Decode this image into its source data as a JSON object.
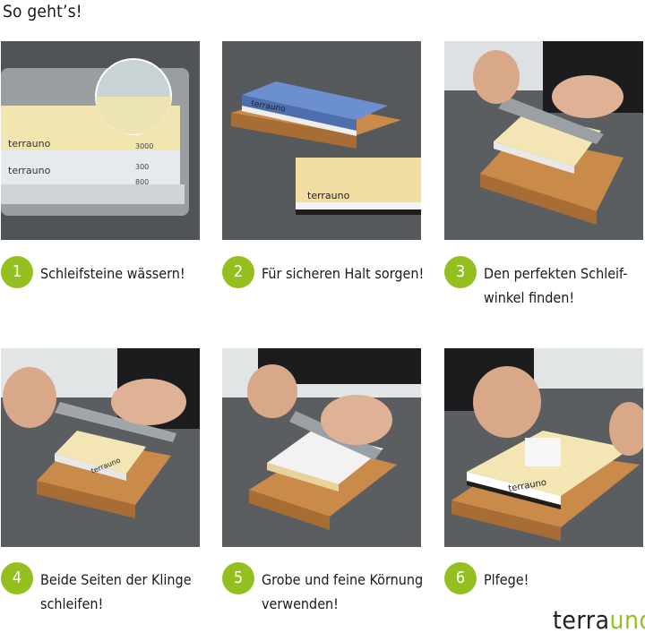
{
  "title": "So geht’s!",
  "steps": [
    {
      "number": "1",
      "caption": "Schleifsteine wässern!"
    },
    {
      "number": "2",
      "caption": "Für sicheren Halt sorgen!"
    },
    {
      "number": "3",
      "caption": "Den perfekten Schleif-\nwinkel finden!"
    },
    {
      "number": "4",
      "caption": "Beide Seiten der Klinge\nschleifen!"
    },
    {
      "number": "5",
      "caption": "Grobe und feine Körnung\nverwenden!"
    },
    {
      "number": "6",
      "caption": "Plfege!"
    }
  ],
  "photo_text": {
    "brand": "terrauno",
    "grit_fine": "3000",
    "grit_medium": "300",
    "grit_coarse": "800"
  },
  "logo": {
    "part1": "terra",
    "part2": "uno"
  },
  "colors": {
    "accent": "#93c01f",
    "bamboo": "#c98a4a",
    "fine_stone": "#f3e7b5",
    "blue_stone": "#5b7ec4"
  }
}
